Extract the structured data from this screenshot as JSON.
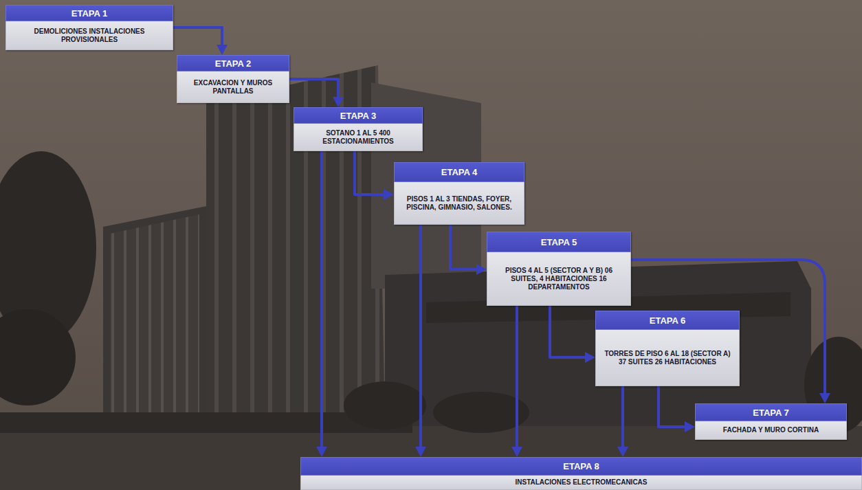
{
  "diagram": {
    "nodes": [
      {
        "text": [
          "ETAPA 1",
          "DEMOLICIONES INSTALACIONES PROVISIONALES"
        ]
      },
      {
        "text": [
          "ETAPA 2",
          "EXCAVACION Y MUROS PANTALLAS"
        ]
      },
      {
        "text": [
          "ETAPA 3",
          "SOTANO 1 AL 5 400 ESTACIONAMIENTOS"
        ]
      },
      {
        "text": [
          "ETAPA 4",
          "PISOS 1 AL 3 TIENDAS, FOYER, PISCINA, GIMNASIO, SALONES."
        ]
      },
      {
        "text": [
          "ETAPA 5",
          "PISOS 4 AL 5 (SECTOR A Y B) 06 SUITES, 4 HABITACIONES 16 DEPARTAMENTOS"
        ]
      },
      {
        "text": [
          "ETAPA 6",
          "TORRES DE PISO 6 AL 18 (SECTOR A) 37 SUITES 26 HABITACIONES"
        ]
      },
      {
        "text": [
          "ETAPA 7",
          "FACHADA Y MURO CORTINA"
        ]
      },
      {
        "text": [
          "ETAPA 8",
          "INSTALACIONES ELECTROMECANICAS"
        ]
      }
    ],
    "edges": [
      {
        "from": 0,
        "to": 1,
        "arrow": "to"
      },
      {
        "from": 1,
        "to": 2,
        "arrow": "to"
      },
      {
        "from": 2,
        "to": 3,
        "arrow": "to"
      },
      {
        "from": 3,
        "to": 4,
        "arrow": "to"
      },
      {
        "from": 4,
        "to": 5,
        "arrow": "to"
      },
      {
        "from": 5,
        "to": 6,
        "arrow": "to"
      },
      {
        "from": 4,
        "to": 6,
        "arrow": "to"
      },
      {
        "from": 2,
        "to": 7,
        "arrow": "to"
      },
      {
        "from": 3,
        "to": 7,
        "arrow": "to"
      },
      {
        "from": 4,
        "to": 7,
        "arrow": "to"
      },
      {
        "from": 5,
        "to": 7,
        "arrow": "to"
      }
    ]
  }
}
